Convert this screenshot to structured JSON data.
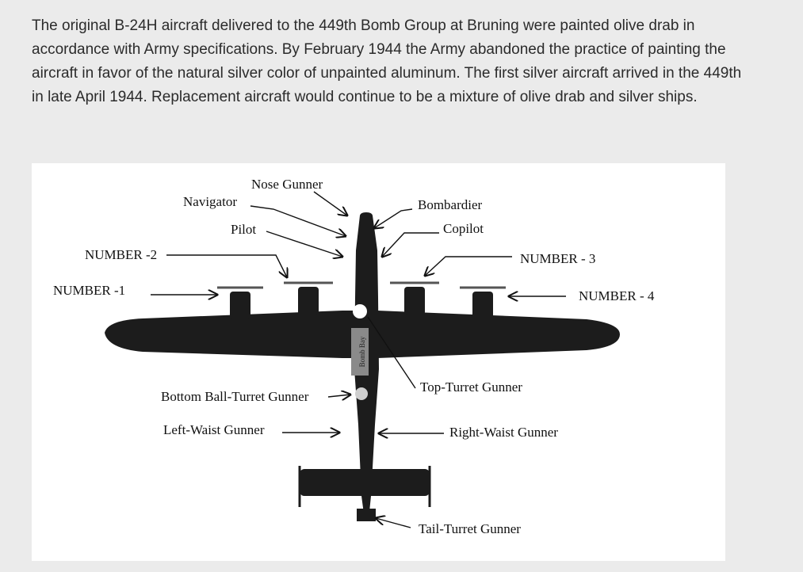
{
  "article": {
    "paragraph": "The original B-24H aircraft delivered to the 449th Bomb Group at Bruning were painted olive drab in accordance with Army specifications. By February 1944 the Army abandoned the practice of painting the aircraft in favor of the natural silver color of unpainted aluminum. The first silver aircraft arrived in the 449th in late April 1944. Replacement aircraft would continue to be a mixture of olive drab and silver ships."
  },
  "diagram": {
    "labels": {
      "nose_gunner": "Nose Gunner",
      "navigator": "Navigator",
      "pilot": "Pilot",
      "bombardier": "Bombardier",
      "copilot": "Copilot",
      "number_2": "NUMBER -2",
      "number_1": "NUMBER -1",
      "number_3": "NUMBER - 3",
      "number_4": "NUMBER - 4",
      "top_turret_gunner": "Top-Turret Gunner",
      "bottom_ball_turret_gunner": "Bottom Ball-Turret Gunner",
      "left_waist_gunner": "Left-Waist Gunner",
      "right_waist_gunner": "Right-Waist Gunner",
      "tail_turret_gunner": "Tail-Turret Gunner",
      "bomb_bay": "Bomb Bay"
    },
    "colors": {
      "aircraft": "#1a1a1a",
      "background": "#ffffff"
    }
  }
}
